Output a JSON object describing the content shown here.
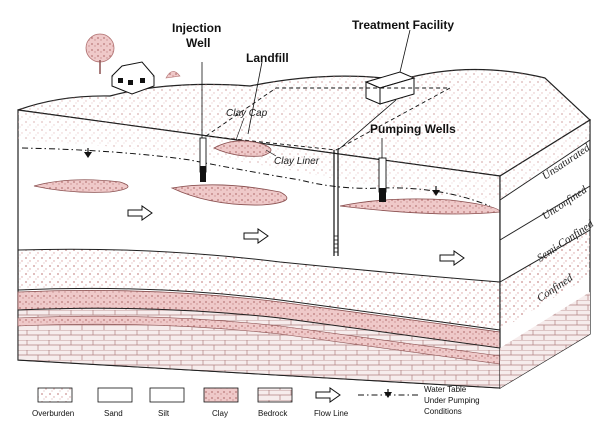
{
  "labels": {
    "injection_well_line1": "Injection",
    "injection_well_line2": "Well",
    "treatment_facility": "Treatment Facility",
    "landfill": "Landfill",
    "clay_cap": "Clay Cap",
    "clay_liner": "Clay Liner",
    "pumping_wells": "Pumping Wells"
  },
  "side_labels": {
    "unsaturated": "Unsaturated",
    "unconfined": "Unconfined",
    "semi_confined": "Semi-Confined",
    "confined": "Confined"
  },
  "legend": {
    "overburden": "Overburden",
    "sand": "Sand",
    "silt": "Silt",
    "clay": "Clay",
    "bedrock": "Bedrock",
    "flow_line": "Flow Line",
    "water_table_line1": "Water Table",
    "water_table_line2": "Under Pumping",
    "water_table_line3": "Conditions"
  },
  "colors": {
    "clay_pink": "#e8b8b8",
    "speckle": "#c98f8f",
    "outline": "#222222",
    "white": "#ffffff"
  }
}
